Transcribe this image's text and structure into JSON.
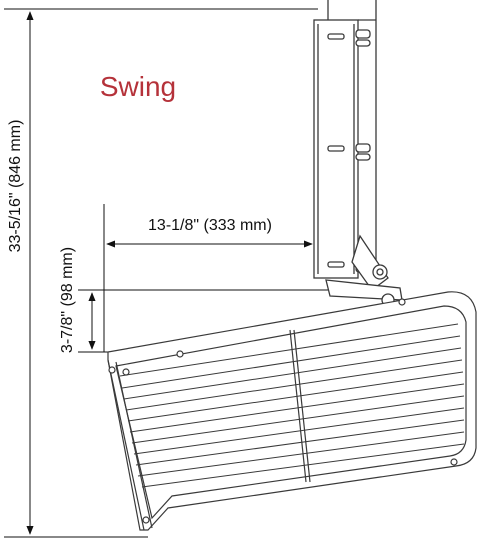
{
  "title": "Swing",
  "colors": {
    "title": "#b5323a",
    "line": "#111111",
    "drawing": "#3a3a3a"
  },
  "dimensions": {
    "overall_height": "33-5/16\" (846 mm)",
    "horizontal_offset": "13-1/8\" (333 mm)",
    "drop": "3-7/8\" (98 mm)"
  }
}
